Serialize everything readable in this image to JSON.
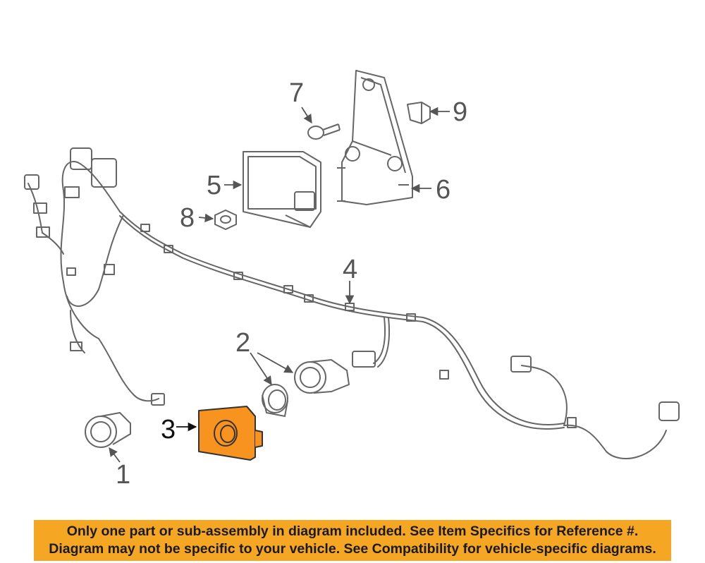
{
  "callouts": {
    "c1": "1",
    "c2": "2",
    "c3": "3",
    "c4": "4",
    "c5": "5",
    "c6": "6",
    "c7": "7",
    "c8": "8",
    "c9": "9"
  },
  "colors": {
    "highlight_part": "#f7931e",
    "line": "#666666",
    "banner": "#f5a623"
  },
  "banner": {
    "line1": "Only one part or sub-assembly in diagram included. See Item Specifics for Reference #.",
    "line2": "Diagram may not be specific to your vehicle. See Compatibility for vehicle-specific diagrams."
  }
}
